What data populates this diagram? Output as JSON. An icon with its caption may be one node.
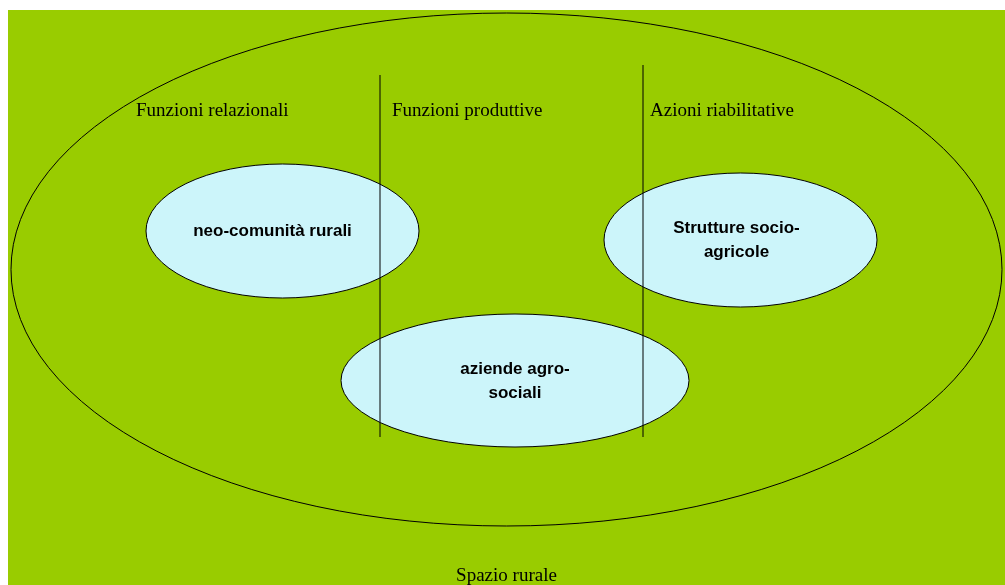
{
  "diagram": {
    "nodes": [
      {
        "text": [
          "Spazio rurale"
        ]
      },
      {
        "text": [],
        "shape": "ellipse",
        "in": 0
      },
      {
        "text": [
          "neo-comunità rurali"
        ],
        "in": 1
      },
      {
        "text": [
          "Strutture socio-agricole"
        ],
        "in": 1
      },
      {
        "text": [
          "aziende agro-sociali"
        ],
        "in": 1
      }
    ],
    "edges": [],
    "labels": [
      "Funzioni relazionali",
      "Funzioni produttive",
      "Azioni riabilitative"
    ]
  }
}
